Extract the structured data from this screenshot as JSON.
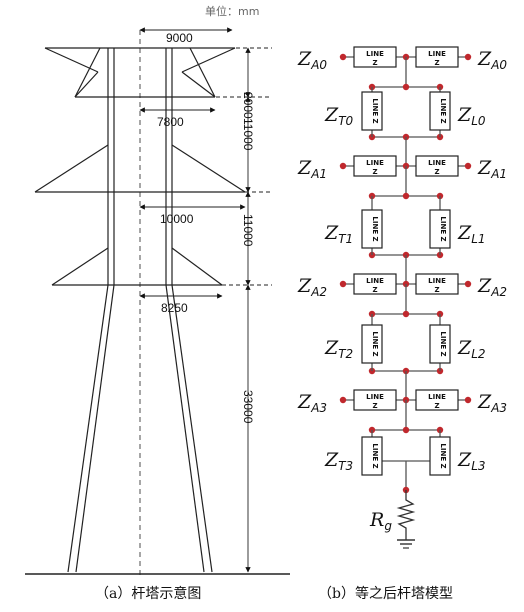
{
  "unit_label": "单位：mm",
  "tower_dimensions": {
    "width_top": "9000",
    "width_mid1": "7800",
    "width_mid2": "10000",
    "width_bottom": "8250",
    "height_1": "2000",
    "height_2": "11000",
    "height_3": "11000",
    "height_4": "33000"
  },
  "line_box": {
    "top": "LINE",
    "bottom": "Z"
  },
  "left_labels": [
    {
      "main": "Z",
      "sub": "A0"
    },
    {
      "main": "Z",
      "sub": "T0"
    },
    {
      "main": "Z",
      "sub": "A1"
    },
    {
      "main": "Z",
      "sub": "T1"
    },
    {
      "main": "Z",
      "sub": "A2"
    },
    {
      "main": "Z",
      "sub": "T2"
    },
    {
      "main": "Z",
      "sub": "A3"
    },
    {
      "main": "Z",
      "sub": "T3"
    }
  ],
  "right_labels": [
    {
      "main": "Z",
      "sub": "A0"
    },
    {
      "main": "Z",
      "sub": "L0"
    },
    {
      "main": "Z",
      "sub": "A1"
    },
    {
      "main": "Z",
      "sub": "L1"
    },
    {
      "main": "Z",
      "sub": "A2"
    },
    {
      "main": "Z",
      "sub": "L2"
    },
    {
      "main": "Z",
      "sub": "A3"
    },
    {
      "main": "Z",
      "sub": "L3"
    }
  ],
  "ground_label": {
    "main": "R",
    "sub": "g"
  },
  "captions": {
    "left": "（a）杆塔示意图",
    "right": "（b）等之后杆塔模型"
  }
}
